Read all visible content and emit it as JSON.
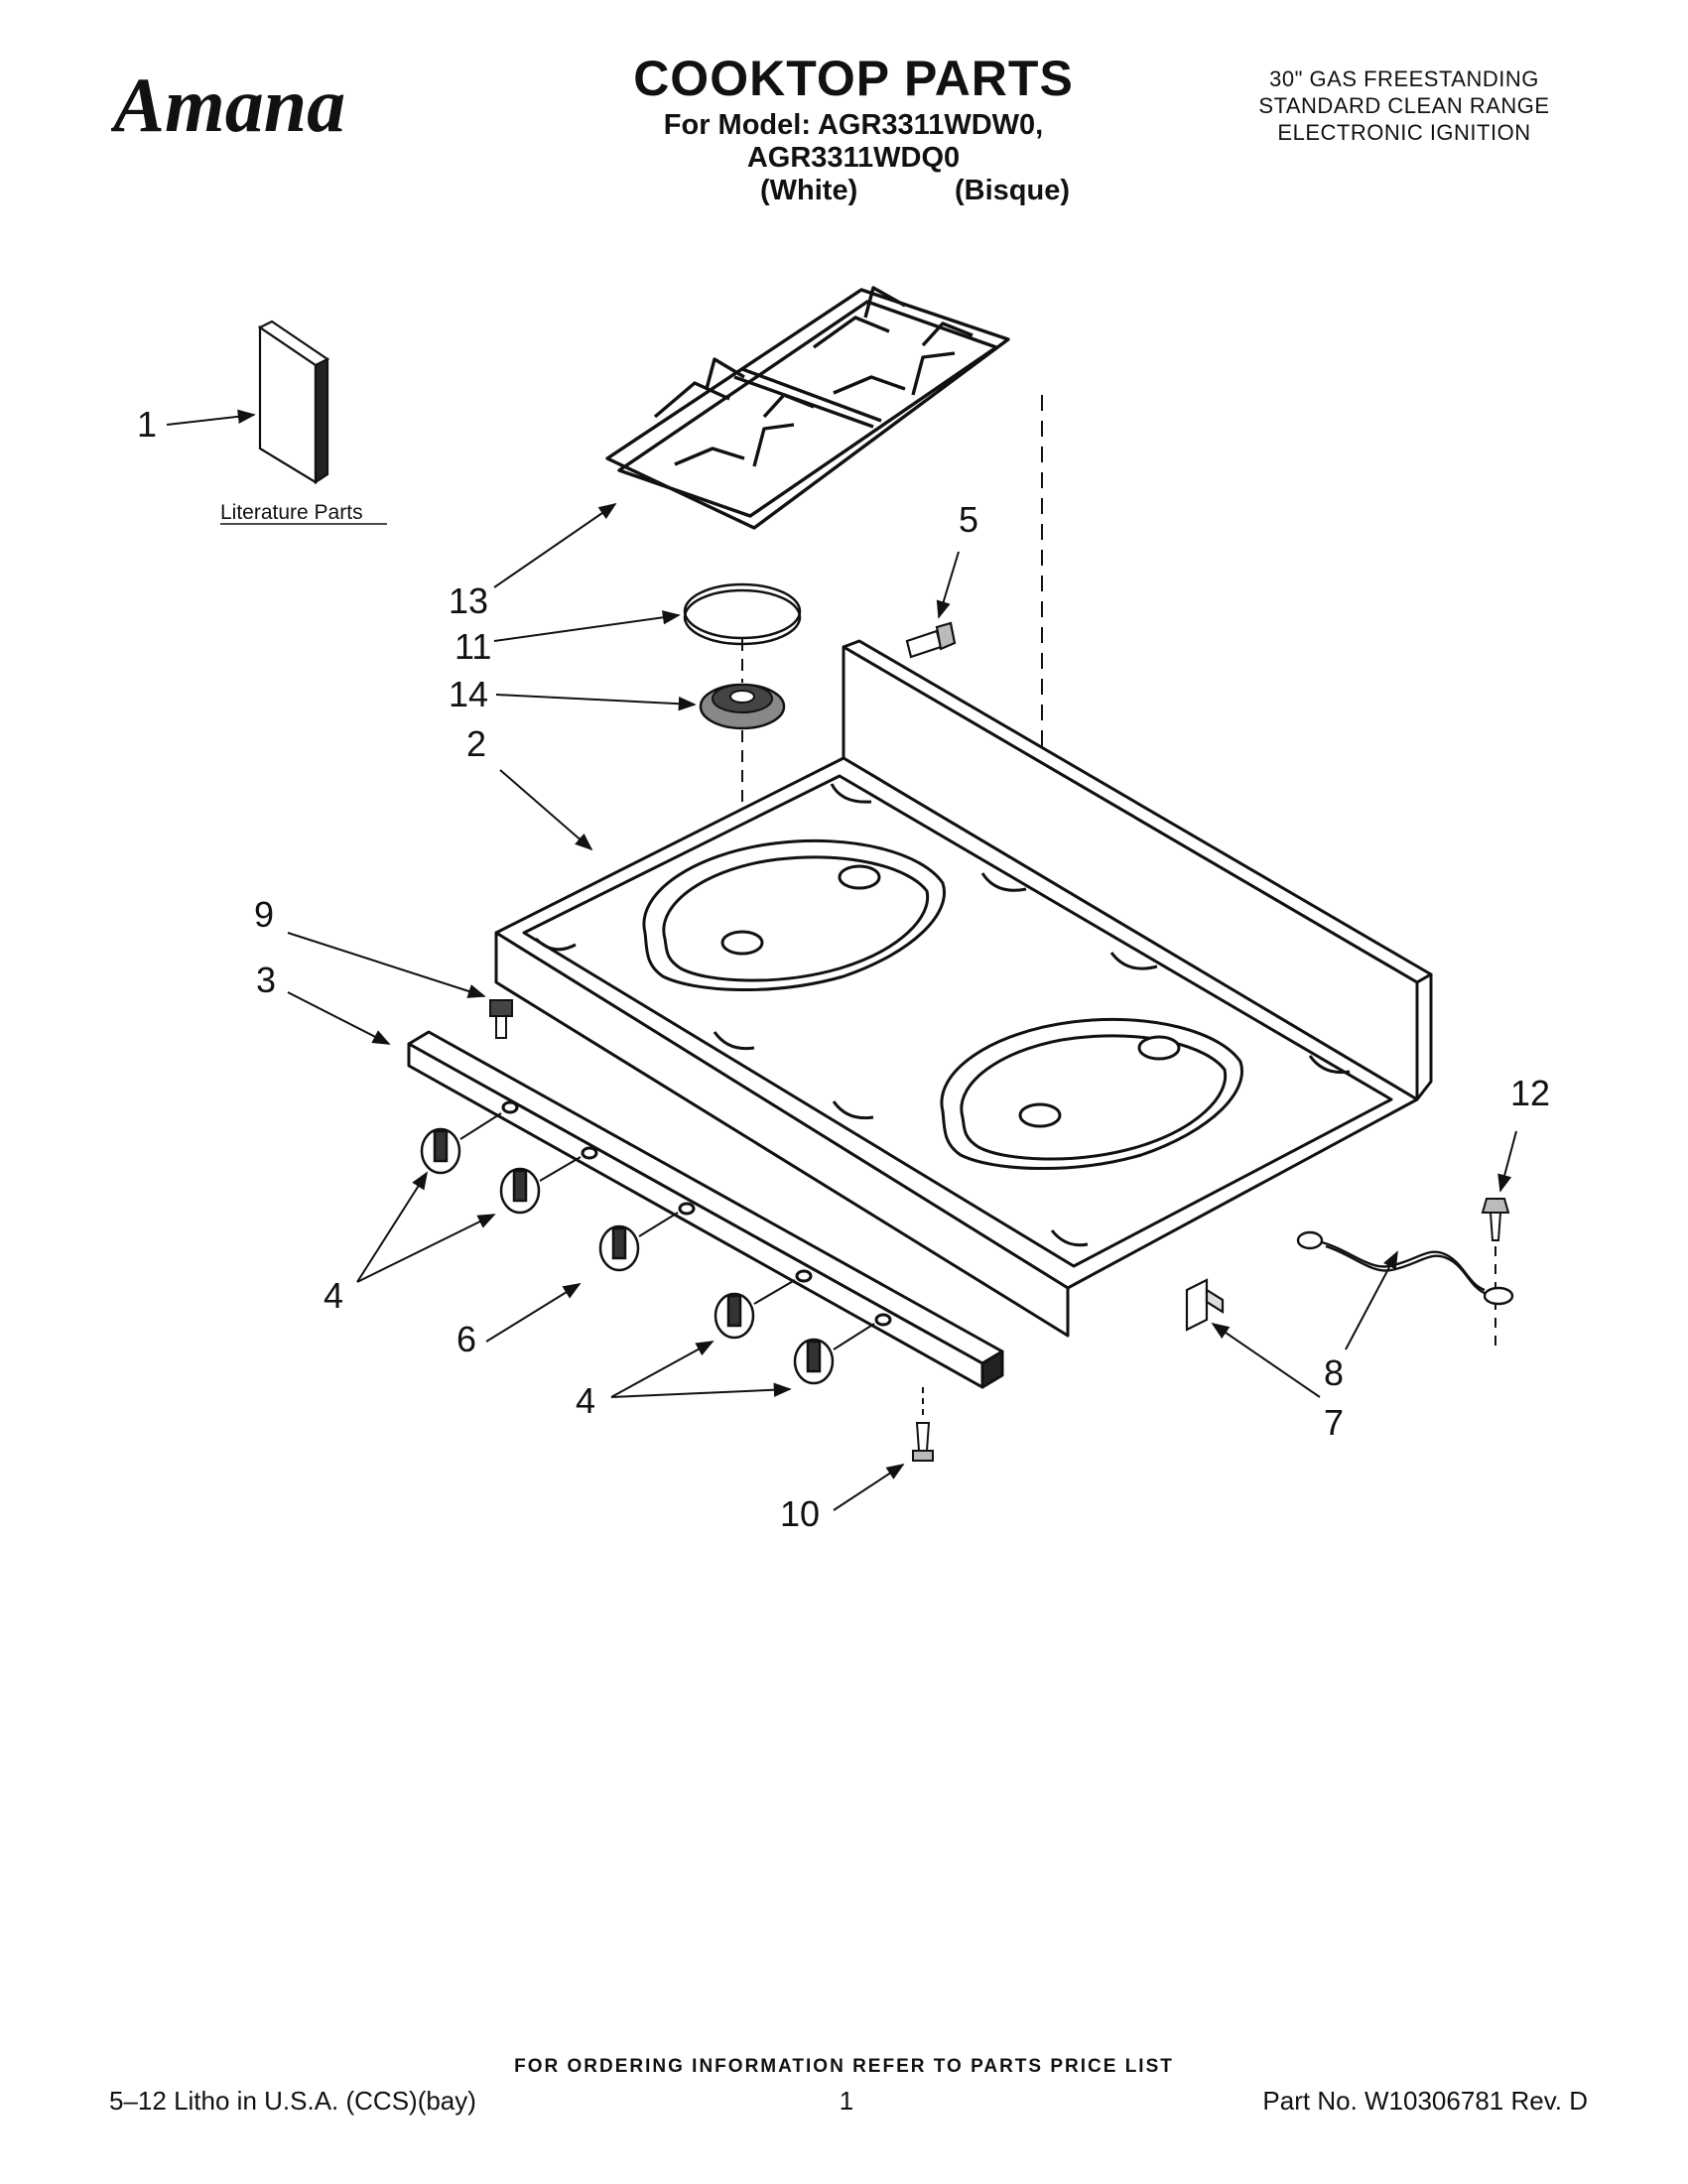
{
  "header": {
    "brand": "Amana",
    "title": "COOKTOP PARTS",
    "model_line": "For Model: AGR3311WDW0, AGR3311WDQ0",
    "color_1": "(White)",
    "color_2": "(Bisque)",
    "description_lines": [
      "30\" GAS FREESTANDING",
      "STANDARD CLEAN RANGE",
      "ELECTRONIC IGNITION"
    ]
  },
  "diagram": {
    "literature_label": "Literature Parts",
    "callouts": [
      "1",
      "13",
      "11",
      "14",
      "2",
      "5",
      "9",
      "3",
      "4",
      "6",
      "4",
      "10",
      "12",
      "8",
      "7"
    ]
  },
  "footer": {
    "ordering_note": "FOR ORDERING INFORMATION REFER TO PARTS PRICE LIST",
    "litho": "5–12 Litho in U.S.A. (CCS)(bay)",
    "page": "1",
    "part_no": "Part No. W10306781 Rev. D"
  }
}
